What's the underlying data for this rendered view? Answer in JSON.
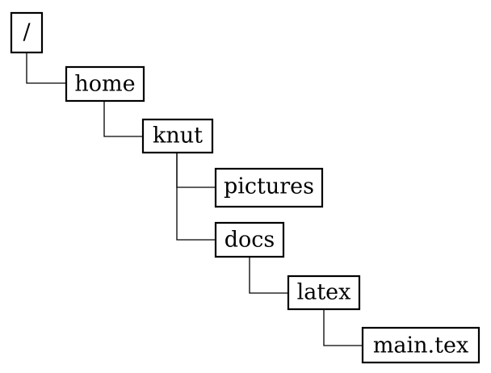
{
  "tree": {
    "nodes": [
      {
        "id": "root",
        "label": "/",
        "parent": null
      },
      {
        "id": "home",
        "label": "home",
        "parent": "root"
      },
      {
        "id": "knut",
        "label": "knut",
        "parent": "home"
      },
      {
        "id": "pictures",
        "label": "pictures",
        "parent": "knut"
      },
      {
        "id": "docs",
        "label": "docs",
        "parent": "knut"
      },
      {
        "id": "latex",
        "label": "latex",
        "parent": "docs"
      },
      {
        "id": "main-tex",
        "label": "main.tex",
        "parent": "latex"
      }
    ]
  }
}
